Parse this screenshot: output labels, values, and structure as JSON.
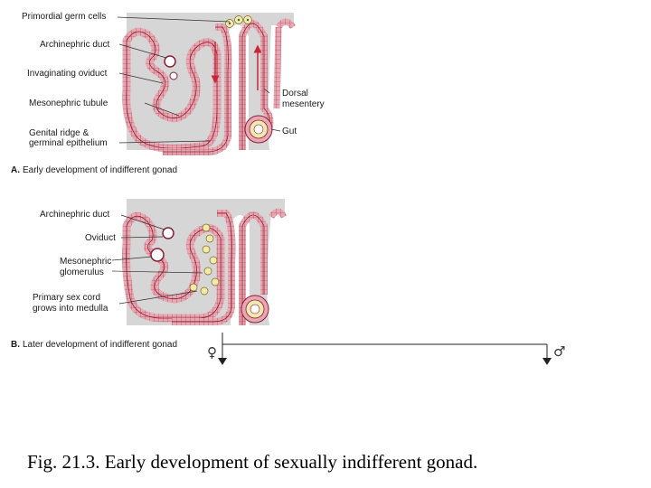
{
  "panel_a": {
    "letter": "A.",
    "title": "Early development of indifferent gonad",
    "labels": {
      "primordial_germ_cells": "Primordial germ cells",
      "archinephric_duct": "Archinephric duct",
      "invaginating_oviduct": "Invaginating oviduct",
      "mesonephric_tubule": "Mesonephric tubule",
      "genital_ridge_line1": "Genital ridge &",
      "genital_ridge_line2": "germinal epithelium",
      "dorsal_mesentery_line1": "Dorsal",
      "dorsal_mesentery_line2": "mesentery",
      "gut": "Gut"
    }
  },
  "panel_b": {
    "letter": "B.",
    "title": "Later development of indifferent gonad",
    "labels": {
      "archinephric_duct": "Archinephric duct",
      "oviduct": "Oviduct",
      "mesonephric_glomerulus_line1": "Mesonephric",
      "mesonephric_glomerulus_line2": "glomerulus",
      "primary_sex_cord_line1": "Primary sex cord",
      "primary_sex_cord_line2": "grows into medulla"
    },
    "female_symbol": "♀",
    "male_symbol": "♂"
  },
  "caption": "Fig. 21.3. Early development of sexually indifferent gonad.",
  "colors": {
    "tissue_fill": "#e8a8b2",
    "tissue_stroke": "#8b1d36",
    "background_panel": "#d6d6d6",
    "germ_cell": "#f1eab0",
    "arrow": "#c8263b"
  }
}
